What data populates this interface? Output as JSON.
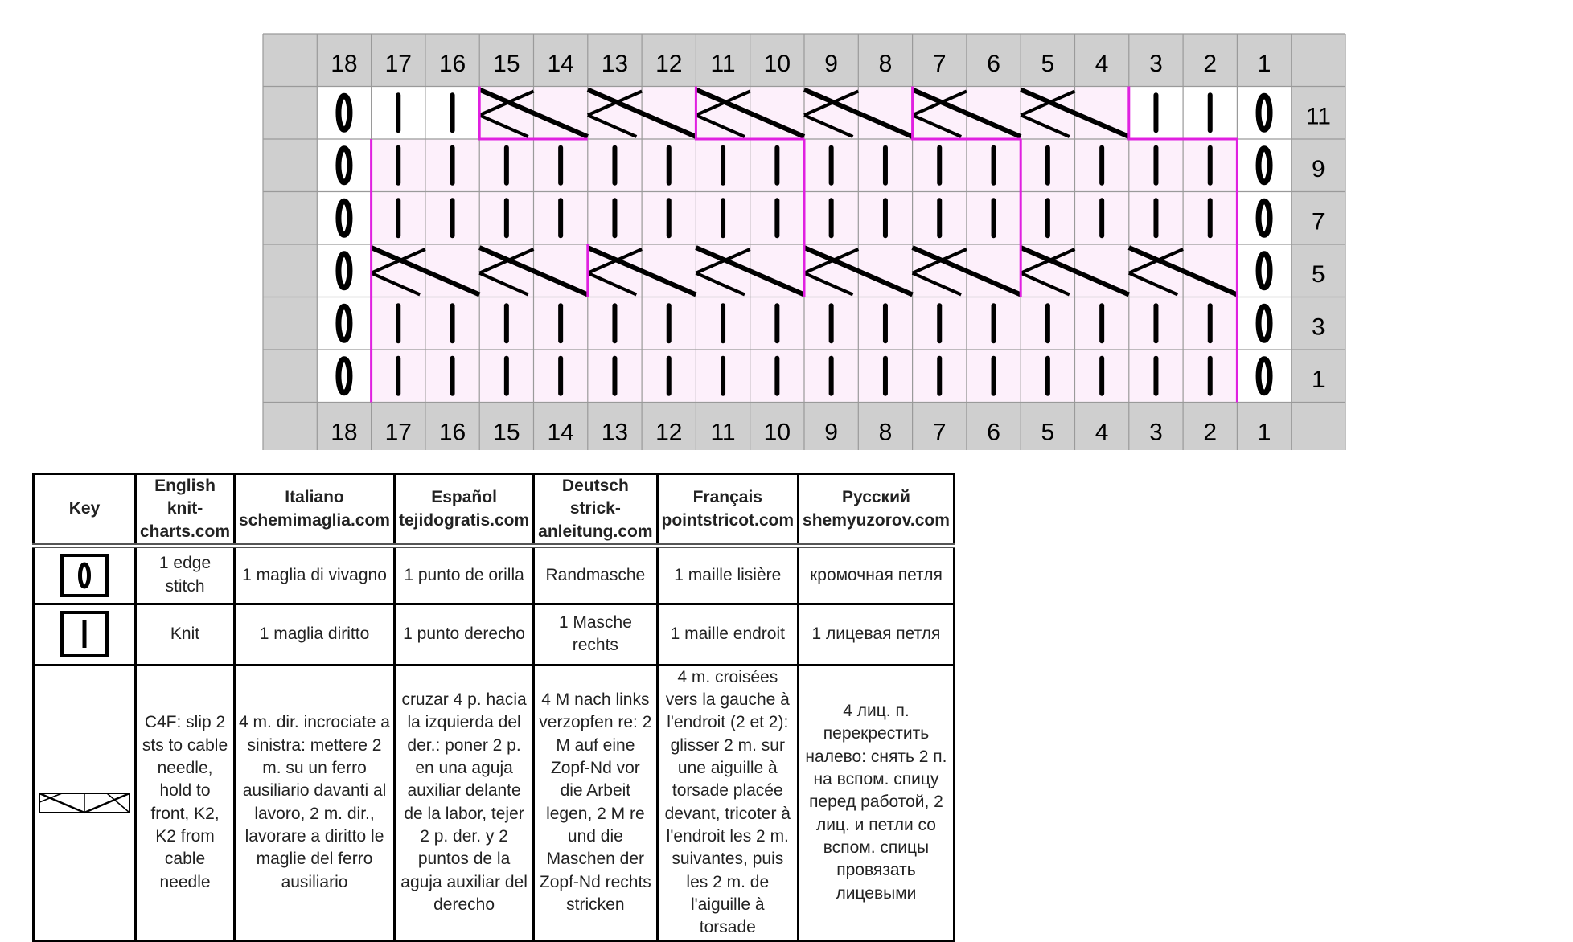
{
  "chart": {
    "stitch_columns": [
      18,
      17,
      16,
      15,
      14,
      13,
      12,
      11,
      10,
      9,
      8,
      7,
      6,
      5,
      4,
      3,
      2,
      1
    ],
    "row_numbers": [
      11,
      9,
      7,
      5,
      3,
      1
    ],
    "row_numbers_all": [
      "11",
      "9",
      "7",
      "5",
      "3",
      "1"
    ],
    "colors": {
      "grid": "#9a9a9a",
      "gutter": "#cfcfcf",
      "pattern_bg": "#fdf0fb",
      "repeat_outline": "#e020e0",
      "symbol": "#000000"
    },
    "symbols": {
      "edge": "edge-stitch-symbol",
      "knit": "knit-symbol",
      "cable": "c4f-cable-symbol"
    },
    "rows": [
      [
        "edge",
        "knit",
        "knit",
        "c4f",
        "",
        "c4f",
        "",
        "c4f",
        "",
        "c4f",
        "",
        "c4f",
        "",
        "c4f",
        "",
        "knit",
        "knit",
        "edge"
      ],
      [
        "edge",
        "knit",
        "knit",
        "knit",
        "knit",
        "knit",
        "knit",
        "knit",
        "knit",
        "knit",
        "knit",
        "knit",
        "knit",
        "knit",
        "knit",
        "knit",
        "knit",
        "edge"
      ],
      [
        "edge",
        "knit",
        "knit",
        "knit",
        "knit",
        "knit",
        "knit",
        "knit",
        "knit",
        "knit",
        "knit",
        "knit",
        "knit",
        "knit",
        "knit",
        "knit",
        "knit",
        "edge"
      ],
      [
        "edge",
        "c4f",
        "",
        "c4f",
        "",
        "c4f",
        "",
        "c4f",
        "",
        "c4f",
        "",
        "c4f",
        "",
        "c4f",
        "",
        "c4f",
        "",
        "edge"
      ],
      [
        "edge",
        "knit",
        "knit",
        "knit",
        "knit",
        "knit",
        "knit",
        "knit",
        "knit",
        "knit",
        "knit",
        "knit",
        "knit",
        "knit",
        "knit",
        "knit",
        "knit",
        "edge"
      ],
      [
        "edge",
        "knit",
        "knit",
        "knit",
        "knit",
        "knit",
        "knit",
        "knit",
        "knit",
        "knit",
        "knit",
        "knit",
        "knit",
        "knit",
        "knit",
        "knit",
        "knit",
        "edge"
      ]
    ]
  },
  "key": {
    "header_label": "Key",
    "languages": [
      {
        "name": "English",
        "site": "knit-charts.com"
      },
      {
        "name": "Italiano",
        "site": "schemimaglia.com"
      },
      {
        "name": "Español",
        "site": "tejidogratis.com"
      },
      {
        "name": "Deutsch",
        "site": "strick-anleitung.com"
      },
      {
        "name": "Français",
        "site": "pointstricot.com"
      },
      {
        "name": "Русский",
        "site": "shemyuzorov.com"
      }
    ],
    "rows": [
      {
        "symbol": "edge-stitch-symbol",
        "texts": [
          "1 edge stitch",
          "1 maglia di vivagno",
          "1 punto de orilla",
          "Randmasche",
          "1 maille lisière",
          "кромочная петля"
        ]
      },
      {
        "symbol": "knit-symbol",
        "texts": [
          "Knit",
          "1 maglia diritto",
          "1 punto derecho",
          "1 Masche rechts",
          "1 maille endroit",
          "1 лицевая петля"
        ]
      },
      {
        "symbol": "c4f-cable-symbol",
        "texts": [
          "C4F: slip 2 sts to cable needle, hold to front, K2, K2 from cable needle",
          "4 m. dir. incrociate a sinistra: mettere 2 m. su un ferro ausiliario davanti al lavoro, 2 m. dir., lavorare a diritto le maglie del ferro ausiliario",
          "cruzar 4 p. hacia la izquierda del der.: poner 2 p. en una aguja auxiliar delante de la labor, tejer 2 p. der. y 2 puntos de la aguja auxiliar del derecho",
          "4 M nach links verzopfen re: 2 M auf eine Zopf-Nd vor die Arbeit legen, 2 M re und die Maschen der Zopf-Nd rechts stricken",
          "4 m. croisées vers la gauche à l'endroit (2 et 2): glisser 2 m. sur une aiguille à torsade placée devant, tricoter à l'endroit les 2 m. suivantes, puis les 2 m. de l'aiguille à torsade",
          "4 лиц. п. перекрестить налево: снять 2 п. на вспом. спицу перед работой, 2 лиц. и петли со вспом. спицы провязать лицевыми"
        ]
      }
    ]
  }
}
